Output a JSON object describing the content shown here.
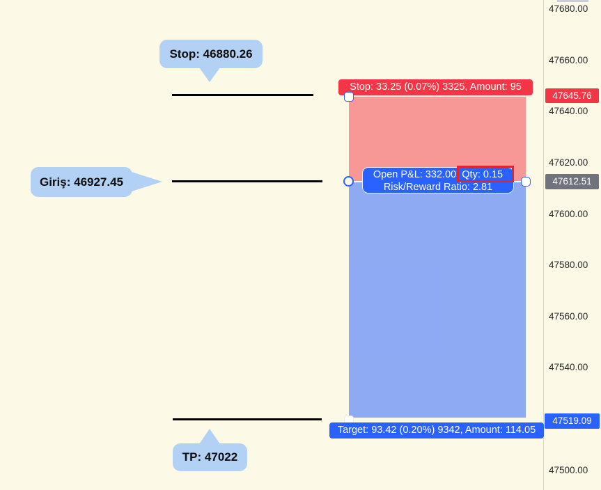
{
  "app": {
    "type": "trading-chart-position-tool",
    "background_color": "#FCF9E7"
  },
  "colors": {
    "profit_blue": "#2962FF",
    "loss_red": "#F23645",
    "entry_gray": "#70737E",
    "callout_blue": "#B3D1F5",
    "highlight_red": "#E02626",
    "canvas_bg": "#FCF9E7"
  },
  "callouts": {
    "stop_bubble": "Stop: 46880.26",
    "entry_bubble": "Giriş: 46927.45",
    "tp_bubble": "TP: 47022"
  },
  "position_tool": {
    "stop_label": "Stop: 33.25 (0.07%) 3325, Amount: 95",
    "center_line1": "Open P&L: 332.00, Qty: 0.15",
    "center_line2": "Risk/Reward Ratio: 2.81",
    "target_label": "Target: 93.42 (0.20%) 9342, Amount: 114.05",
    "stop_price": "47645.76",
    "entry_price": "47612.51",
    "target_price": "47519.09"
  },
  "price_axis": {
    "ticks": [
      "47680.00",
      "47660.00",
      "47640.00",
      "47620.00",
      "47600.00",
      "47580.00",
      "47560.00",
      "47540.00",
      "47500.00"
    ],
    "stop_badge": "47645.76",
    "entry_badge": "47612.51",
    "target_badge": "47519.09"
  }
}
